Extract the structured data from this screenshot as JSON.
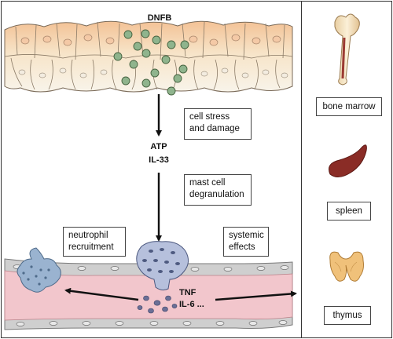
{
  "top_label": "DNFB",
  "mediators": {
    "line1": "ATP",
    "line2": "IL-33"
  },
  "cytokines": {
    "line1": "TNF",
    "line2": "IL-6 ..."
  },
  "boxes": {
    "cell_stress": "cell stress and damage",
    "mast_cell": "mast cell degranulation",
    "neutrophil": "neutrophil recruitment",
    "systemic": "systemic effects"
  },
  "organs": [
    "bone marrow",
    "spleen",
    "thymus"
  ],
  "colors": {
    "skin_top": "#f5c9a0",
    "skin_bottom": "#f7f1e3",
    "particle": "#8fb48d",
    "vessel_wall": "#c8c8c8",
    "vessel_lumen": "#f2c6cc",
    "mast_cell": "#b6c0dc",
    "neutrophil": "#9ab3d0",
    "bone": "#f3e2c2",
    "spleen": "#8a2c26",
    "thymus": "#f0c17a"
  }
}
